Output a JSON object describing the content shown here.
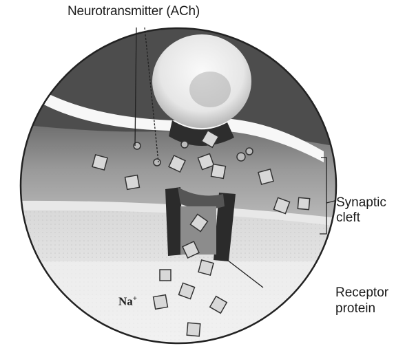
{
  "labels": {
    "neurotransmitter": "Neurotransmitter (ACh)",
    "synaptic_line1": "Synaptic",
    "synaptic_line2": "cleft",
    "receptor_line1": "Receptor",
    "receptor_line2": "protein",
    "sodium_base": "Na",
    "sodium_charge": "+"
  },
  "colors": {
    "background": "#ffffff",
    "ink": "#1a1a1a",
    "dark_membrane": "#5a5a5a",
    "light_band": "#f4f4f4",
    "channel": "#2b2b2b"
  }
}
